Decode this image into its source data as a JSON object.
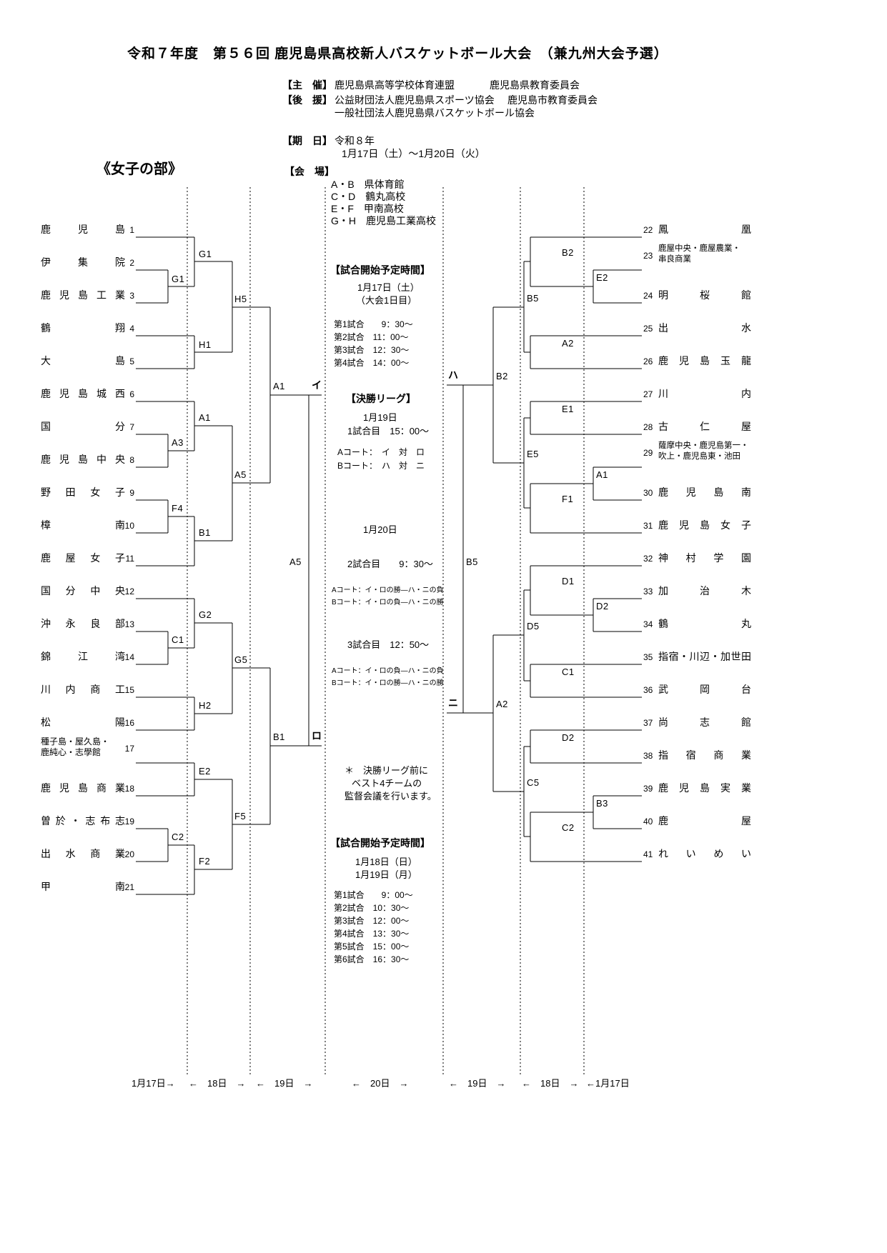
{
  "header": {
    "title": "令和７年度　第５６回 鹿児島県高校新人バスケットボール大会　（兼九州大会予選）",
    "organizer_label": "【主　催】",
    "organizer_1": "鹿児島県高等学校体育連盟",
    "organizer_2": "鹿児島県教育委員会",
    "support_label": "【後　援】",
    "support_1": "公益財団法人鹿児島県スポーツ協会",
    "support_2": "鹿児島市教育委員会",
    "support_3": "一般社団法人鹿児島県バスケットボール協会",
    "date_label": "【期　日】",
    "date_era": "令和８年",
    "date_range": "1月17日（土）～1月20日（火）",
    "section_title": "《女子の部》",
    "venue_label": "【会　場】",
    "venues": [
      "A・B　県体育館",
      "C・D　鶴丸高校",
      "E・F　甲南高校",
      "G・H　鹿児島工業高校"
    ]
  },
  "schedule_day1": {
    "heading": "【試合開始予定時間】",
    "date": "1月17日（土）",
    "note": "（大会1日目）",
    "games": [
      "第1試合　　9：30～",
      "第2試合　11：00～",
      "第3試合　12：30～",
      "第4試合　14：00～"
    ]
  },
  "final_league": {
    "heading": "【決勝リーグ】",
    "day1_date": "1月19日",
    "game1": "1試合目　15：00～",
    "game1_court_a": "Aコート：　イ　対　ロ",
    "game1_court_b": "Bコート：　ハ　対　ニ",
    "day2_date": "1月20日",
    "game2": "2試合目　　9：30～",
    "game2_court_a": "Aコート：イ・ロの勝―ハ・ニの負",
    "game2_court_b": "Bコート：イ・ロの負―ハ・ニの勝",
    "game3": "3試合目　12：50～",
    "game3_court_a": "Aコート：イ・ロの負―ハ・ニの負",
    "game3_court_b": "Bコート：イ・ロの勝―ハ・ニの勝",
    "note_line1": "＊　決勝リーグ前に",
    "note_line2": "ベスト4チームの",
    "note_line3": "監督会議を行います。"
  },
  "schedule_day23": {
    "heading": "【試合開始予定時間】",
    "date1": "1月18日（日）",
    "date2": "1月19日（月）",
    "games": [
      "第1試合　　9：00～",
      "第2試合　10：30～",
      "第3試合　12：00～",
      "第4試合　13：30～",
      "第5試合　15：00～",
      "第6試合　16：30～"
    ]
  },
  "bottom_dates": [
    "1月17日→",
    "←　18日　→",
    "←　19日　→",
    "←　20日　→",
    "←　19日　→",
    "←　18日　→",
    "←1月17日"
  ],
  "left_teams": [
    {
      "seed": "1",
      "name": "鹿児島"
    },
    {
      "seed": "2",
      "name": "伊集院"
    },
    {
      "seed": "3",
      "name": "鹿児島工業"
    },
    {
      "seed": "4",
      "name": "鶴翔"
    },
    {
      "seed": "5",
      "name": "大島"
    },
    {
      "seed": "6",
      "name": "鹿児島城西"
    },
    {
      "seed": "7",
      "name": "国分"
    },
    {
      "seed": "8",
      "name": "鹿児島中央"
    },
    {
      "seed": "9",
      "name": "野田女子"
    },
    {
      "seed": "10",
      "name": "樟南"
    },
    {
      "seed": "11",
      "name": "鹿屋女子"
    },
    {
      "seed": "12",
      "name": "国分中央"
    },
    {
      "seed": "13",
      "name": "沖永良部"
    },
    {
      "seed": "14",
      "name": "錦江湾"
    },
    {
      "seed": "15",
      "name": "川内商工"
    },
    {
      "seed": "16",
      "name": "松陽"
    },
    {
      "seed": "17",
      "name": "種子島・屋久島・\n鹿純心・志學館"
    },
    {
      "seed": "18",
      "name": "鹿児島商業"
    },
    {
      "seed": "19",
      "name": "曽於・志布志"
    },
    {
      "seed": "20",
      "name": "出水商業"
    },
    {
      "seed": "21",
      "name": "甲南"
    }
  ],
  "right_teams": [
    {
      "seed": "22",
      "name": "鳳凰"
    },
    {
      "seed": "23",
      "name": "鹿屋中央・鹿屋農業・\n串良商業"
    },
    {
      "seed": "24",
      "name": "明桜館"
    },
    {
      "seed": "25",
      "name": "出水"
    },
    {
      "seed": "26",
      "name": "鹿児島玉龍"
    },
    {
      "seed": "27",
      "name": "川内"
    },
    {
      "seed": "28",
      "name": "古仁屋"
    },
    {
      "seed": "29",
      "name": "薩摩中央・鹿児島第一・\n吹上・鹿児島東・池田"
    },
    {
      "seed": "30",
      "name": "鹿児島南"
    },
    {
      "seed": "31",
      "name": "鹿児島女子"
    },
    {
      "seed": "32",
      "name": "神村学園"
    },
    {
      "seed": "33",
      "name": "加治木"
    },
    {
      "seed": "34",
      "name": "鶴丸"
    },
    {
      "seed": "35",
      "name": "指宿・川辺・加世田"
    },
    {
      "seed": "36",
      "name": "武岡台"
    },
    {
      "seed": "37",
      "name": "尚志館"
    },
    {
      "seed": "38",
      "name": "指宿商業"
    },
    {
      "seed": "39",
      "name": "鹿児島実業"
    },
    {
      "seed": "40",
      "name": "鹿屋"
    },
    {
      "seed": "41",
      "name": "れいめい"
    }
  ],
  "left_codes": {
    "r1_g1": "G1",
    "r2_g1": "G1",
    "r2_h1": "H1",
    "r3_h5": "H5",
    "r1_a3": "A3",
    "r2_a1": "A1",
    "r1_f4": "F4",
    "r2_b1": "B1",
    "r3_a5": "A5",
    "r4_a1": "A1",
    "r1_c1": "C1",
    "r2_g2": "G2",
    "r2_h2": "H2",
    "r3_g5": "G5",
    "r2_e2": "E2",
    "r1_c2": "C2",
    "r2_f2": "F2",
    "r3_f5": "F5",
    "r4_b1": "B1",
    "league": "A5"
  },
  "right_codes": {
    "r2_b2": "B2",
    "r1_e2": "E2",
    "r3_b5": "B5",
    "r2_a2": "A2",
    "r4_b2": "B2",
    "r2_e1": "E1",
    "r3_e5": "E5",
    "r1_a1": "A1",
    "r2_f1": "F1",
    "league": "B5",
    "r2_d1": "D1",
    "r1_d2": "D2",
    "r3_d5": "D5",
    "r2_c1": "C1",
    "r4_a2": "A2",
    "r2_d2": "D2",
    "r3_c5": "C5",
    "r1_b3": "B3",
    "r2_c2": "C2"
  },
  "finalists": {
    "i": "イ",
    "ro": "ロ",
    "ha": "ハ",
    "ni": "ニ"
  }
}
